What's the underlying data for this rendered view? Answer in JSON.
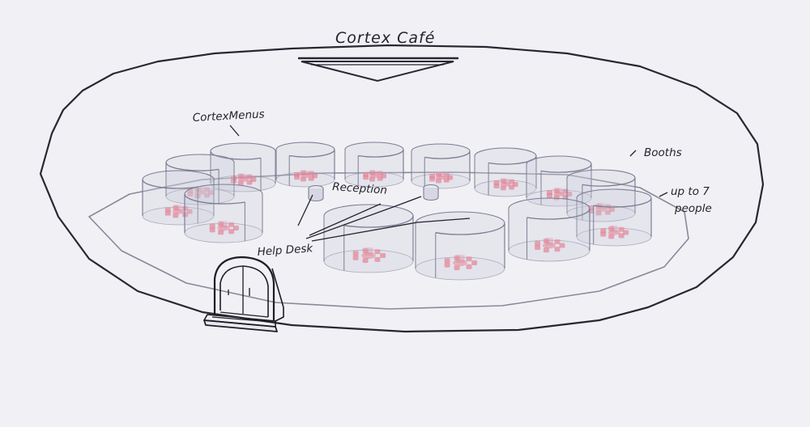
{
  "labels": {
    "title": "Cortex Café",
    "menus": "CortexMenus",
    "booths": "Booths",
    "capacity_line1": "up to 7",
    "capacity_line2": "people",
    "reception": "Reception",
    "help_desk": "Help Desk"
  },
  "colors": {
    "background": "#f1f0f4",
    "outline": "#2a2632",
    "platform_stroke": "#8a8899",
    "booth_stroke": "#7c7d93",
    "booth_fill": "#c9cbdb",
    "seat": "#e38597"
  },
  "icons": {
    "entrance": "arched-doorway-icon",
    "screen": "hanging-screen-icon"
  }
}
